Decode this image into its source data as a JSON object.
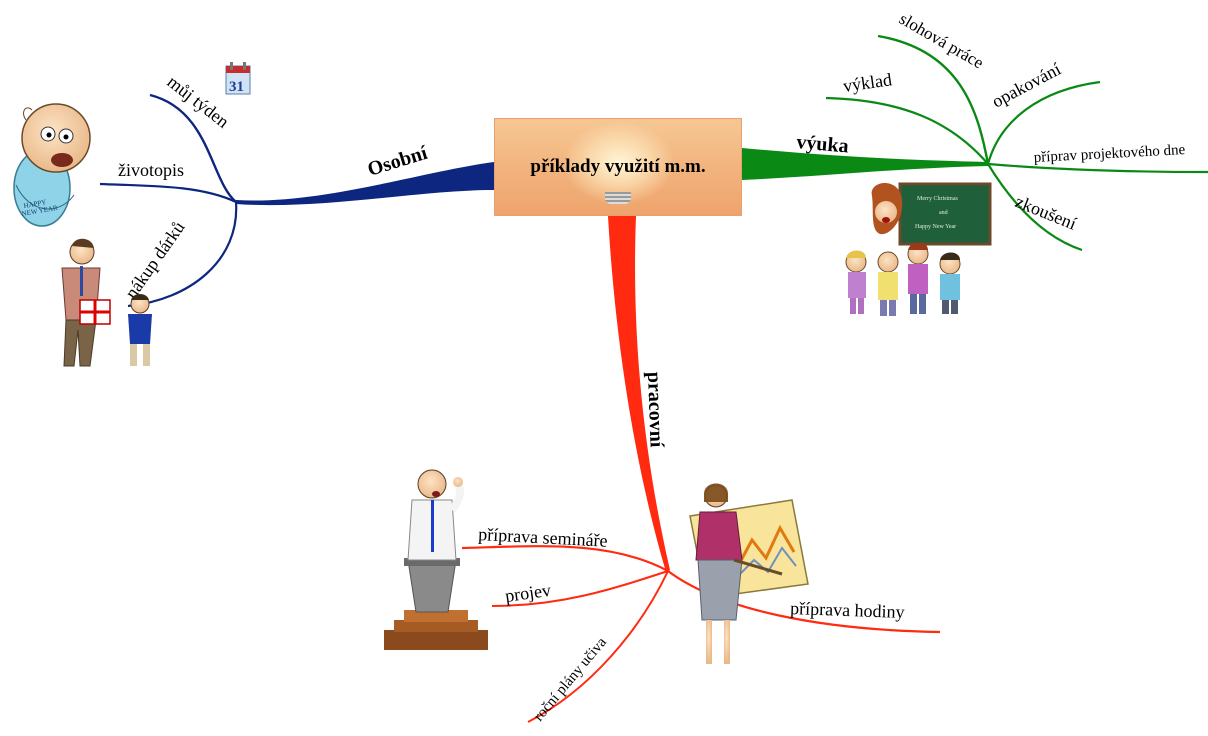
{
  "central": {
    "title": "příklady využití m.m."
  },
  "branches": {
    "osobni": {
      "label": "Osobní",
      "color": "#0d2680",
      "subs": [
        "můj týden",
        "životopis",
        "nákup dárků"
      ]
    },
    "vyuka": {
      "label": "výuka",
      "color": "#0a8a14",
      "subs": [
        "slohová práce",
        "výklad",
        "opakování",
        "příprav projektového dne",
        "zkoušení"
      ]
    },
    "pracovni": {
      "label": "pracovní",
      "color": "#ff2a10",
      "subs": [
        "příprava semináře",
        "projev",
        "roční plány učiva",
        "příprava hodiny"
      ]
    }
  },
  "icons": [
    "calendar-icon",
    "baby-new-year-icon",
    "father-child-gift-icon",
    "teacher-students-chalkboard-icon",
    "speaker-lectern-icon",
    "teacher-presentation-icon",
    "lightbulb-icon"
  ],
  "clipart_text": {
    "chalkboard": [
      "Merry Christmas",
      "and",
      "Happy New Year"
    ],
    "baby_banner": [
      "HAPPY",
      "NEW YEAR"
    ]
  },
  "calendar_day": "31"
}
